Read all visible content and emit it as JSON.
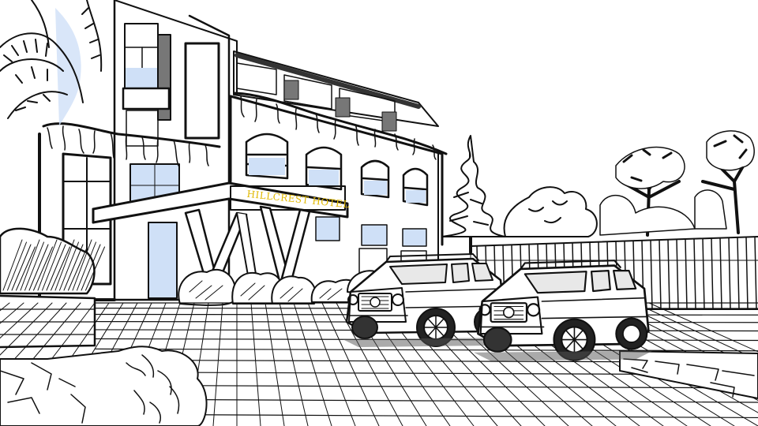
{
  "hotel": {
    "sign_text": "HILLCREST HOTEL",
    "sign_color": "#e0b800"
  },
  "palette": {
    "ink": "#111111",
    "glass": "#cfe0f7",
    "paper": "#ffffff",
    "shadow": "#555555"
  },
  "scene": {
    "style": "black-and-white ink sketch with light blue glass accents",
    "vehicles": 2,
    "trees": 4
  }
}
